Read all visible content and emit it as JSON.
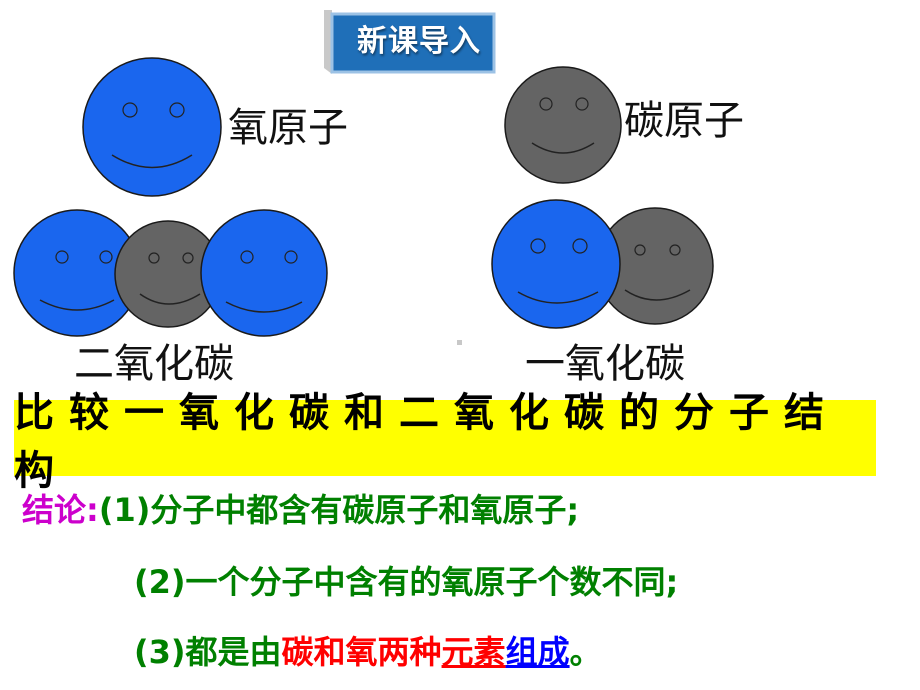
{
  "badge": {
    "text": "新课导入",
    "color": "#1f6fb8"
  },
  "labels": {
    "oxygen_atom": "氧原子",
    "carbon_atom": "碳原子",
    "co2": "二氧化碳",
    "co": "一氧化碳"
  },
  "banner": {
    "text": "比较一氧化碳和二氧化碳的分子结构",
    "background": "#ffff00"
  },
  "conclusion": {
    "prefix": "结论",
    "colon": ":",
    "line1": "(1)分子中都含有碳原子和氧原子;",
    "line2": "(2)一个分子中含有的氧原子个数不同;",
    "line3_a": "(3)都是由",
    "line3_b": "碳和氧两种",
    "line3_c": "元素",
    "line3_d": "组成",
    "line3_e": "。"
  },
  "colors": {
    "oxygen": "#1a66ee",
    "carbon": "#646464",
    "green_text": "#008000",
    "purple_text": "#cc00cc",
    "red_text": "#ff0000",
    "blue_text": "#0000ff"
  }
}
